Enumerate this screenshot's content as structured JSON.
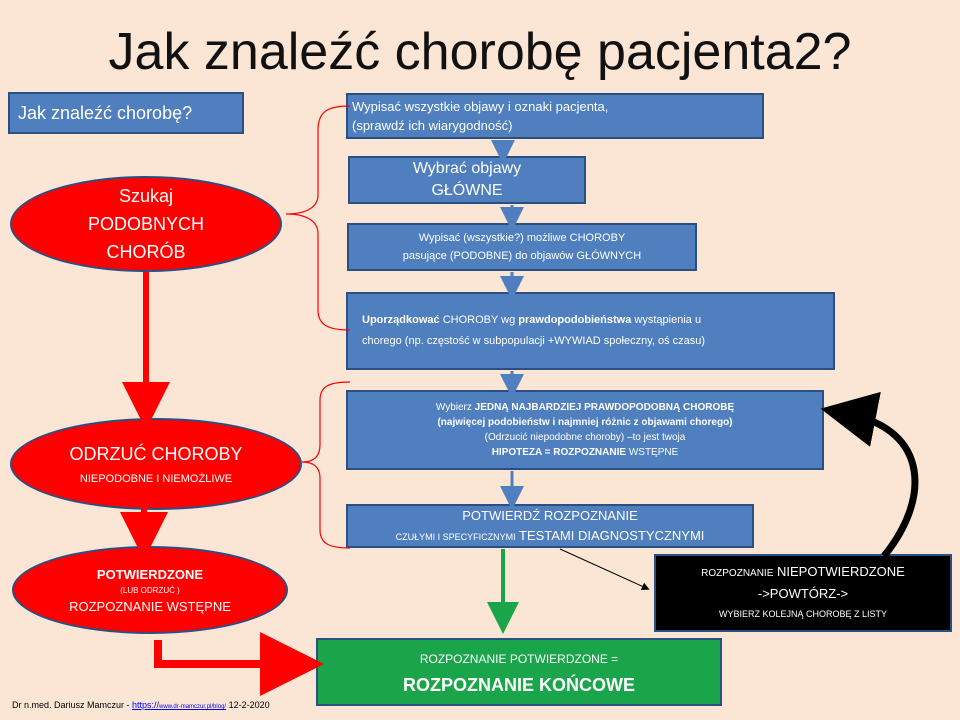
{
  "title": "Jak znaleźć chorobę pacjenta2?",
  "question_box": "Jak znaleźć chorobę?",
  "ellipses": {
    "search": [
      "Szukaj",
      "PODOBNYCH",
      "CHORÓB"
    ],
    "reject": {
      "line1": "ODRZUĆ CHOROBY",
      "line2": "NIEPODOBNE I NIEMOŻLIWE"
    },
    "confirmed": {
      "line1": "POTWIERDZONE",
      "line2": "(LUB ODRZUĆ )",
      "line3": "ROZPOZNANIE WSTĘPNE"
    }
  },
  "steps": {
    "s1": {
      "line1": "Wypisać wszystkie objawy  i oznaki pacjenta,",
      "line2": "(sprawdź ich wiarygodność)"
    },
    "s2": {
      "line1": "Wybrać objawy",
      "line2": "GŁÓWNE"
    },
    "s3": {
      "line1": "Wypisać (wszystkie?) możliwe  CHOROBY",
      "line2": "pasujące  (PODOBNE) do objawów  GŁÓWNYCH"
    },
    "s4": {
      "bold": "Uporządkować",
      "rest1": " CHOROBY wg ",
      "bold2": "prawdopodobieństwa",
      "rest2": " wystąpienia u",
      "line2": "chorego  (np. częstość w subpopulacji +WYWIAD   społeczny, oś czasu)"
    },
    "s5": {
      "pre": "Wybierz ",
      "bold": "JEDNĄ NAJBARDZIEJ PRAWDOPODOBNĄ CHOROBĘ",
      "line2": "(najwięcej podobieństw i najmniej różnic  z objawami chorego)",
      "line3": "(Odrzucić niepodobne choroby)  –to jest twoja",
      "line4_bold": "HIPOTEZA  = ROZPOZNANIE",
      "line4_rest": " WSTĘPNE"
    },
    "s6": {
      "line1": "POTWIERDŹ ROZPOZNANIE",
      "line2_small": "CZUŁYMI I SPECYFICZNYMI",
      "line2_big": " TESTAMI DIAGNOSTYCZNYMI"
    }
  },
  "not_confirmed": {
    "small": "ROZPOZNANIE",
    "big": "  NIEPOTWIERDZONE",
    "line2": "->POWTÓRZ->",
    "line3": "WYBIERZ KOLEJNĄ CHOROBĘ Z LISTY"
  },
  "final": {
    "line1": "ROZPOZNANIE  POTWIERDZONE =",
    "line2": "ROZPOZNANIE KOŃCOWE"
  },
  "footer": {
    "author": "Dr n.med. Dariusz Mamczur - ",
    "link_prefix": "https://",
    "link_rest": "www.dr-mamczur.pl/blog/",
    "date": "   12-2-2020"
  },
  "colors": {
    "background": "#fbe5d5",
    "box_blue": "#4f7fbf",
    "ellipse_red": "#ff0000",
    "final_green": "#1aa54a",
    "black_box": "#000000"
  }
}
